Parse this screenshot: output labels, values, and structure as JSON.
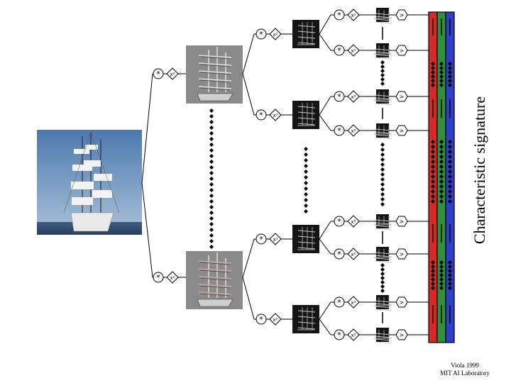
{
  "title": "Characteristic signature",
  "credit": {
    "line1": "Viola 1999",
    "line2": "MIT AI Laboratory"
  },
  "ops": {
    "convolve": "*",
    "square": "x²",
    "downsample": ">"
  },
  "signature_colors": [
    "#d42a2a",
    "#2f8f3f",
    "#2f3fc8"
  ]
}
